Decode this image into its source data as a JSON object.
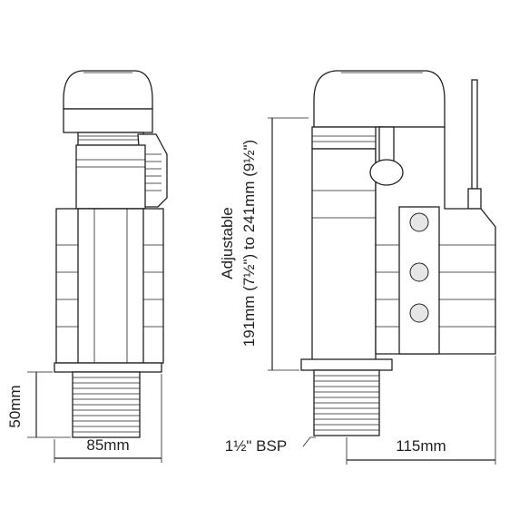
{
  "title": "",
  "labels": {
    "base_height": "50mm",
    "base_width": "85mm",
    "thread": "1½\" BSP",
    "side_width": "115mm",
    "adjustable_line1": "Adjustable",
    "adjustable_line2": "191mm (7½\") to 241mm (9½\")"
  },
  "colors": {
    "line": "#231f20",
    "shade": "#e6e6e6",
    "dark": "#4d4d4d",
    "background": "#ffffff"
  }
}
